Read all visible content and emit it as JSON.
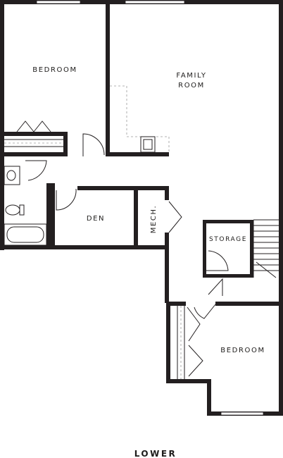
{
  "rooms": {
    "bedroom_upper": "BEDROOM",
    "family_room_line1": "FAMILY",
    "family_room_line2": "ROOM",
    "den": "DEN",
    "mech": "MECH.",
    "storage": "STORAGE",
    "bedroom_lower": "BEDROOM"
  },
  "floor_label": "LOWER"
}
